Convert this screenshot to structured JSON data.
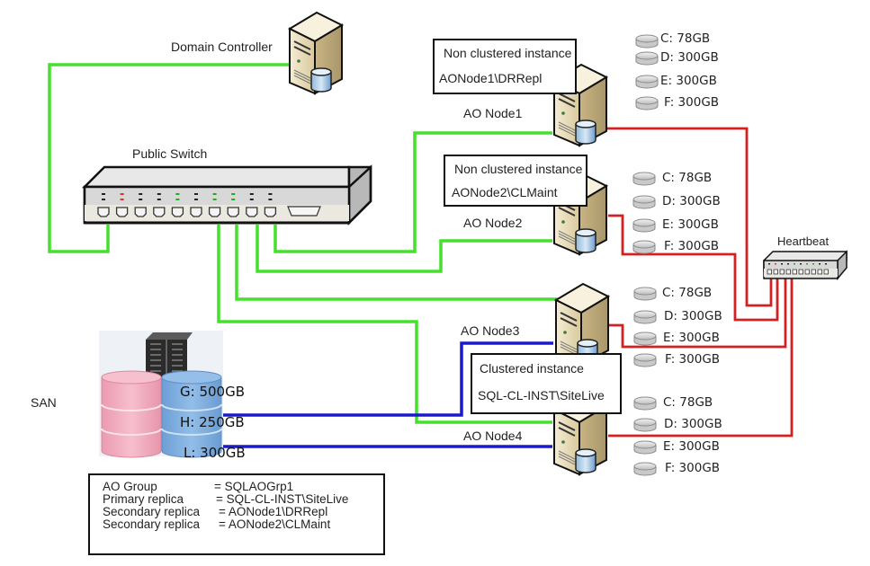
{
  "diagram": {
    "colors": {
      "public_network": "#44e02c",
      "heartbeat_network": "#d42020",
      "san_link": "#1a1acc",
      "san_disk_pink": "#f2a9bd",
      "san_disk_blue": "#7eaee0"
    },
    "domain_controller": {
      "label": "Domain Controller",
      "icon": "server-database-icon"
    },
    "public_switch": {
      "label": "Public Switch",
      "icon": "network-switch-icon"
    },
    "heartbeat_switch": {
      "label": "Heartbeat",
      "icon": "network-switch-icon"
    },
    "san": {
      "label": "SAN",
      "icon": "storage-array-icon",
      "volumes": [
        {
          "label": "G: 500GB"
        },
        {
          "label": "H: 250GB"
        },
        {
          "label": "L: 300GB"
        }
      ]
    },
    "nodes": [
      {
        "label": "AO Node1",
        "instance_box": {
          "title": "Non clustered instance",
          "name": "AONode1\\DRRepl"
        },
        "disks": [
          "C: 78GB",
          "D: 300GB",
          "E: 300GB",
          "F: 300GB"
        ]
      },
      {
        "label": "AO Node2",
        "instance_box": {
          "title": "Non clustered instance",
          "name": "AONode2\\CLMaint"
        },
        "disks": [
          "C: 78GB",
          "D: 300GB",
          "E: 300GB",
          "F: 300GB"
        ]
      },
      {
        "label": "AO Node3",
        "disks": [
          "C: 78GB",
          "D: 300GB",
          "E: 300GB",
          "F: 300GB"
        ]
      },
      {
        "label": "AO Node4",
        "disks": [
          "C: 78GB",
          "D: 300GB",
          "E: 300GB",
          "F: 300GB"
        ]
      }
    ],
    "clustered_instance_box": {
      "title": "Clustered instance",
      "name": "SQL-CL-INST\\SiteLive"
    },
    "ao_group_summary": [
      {
        "key": "AO Group",
        "value": "= SQLAOGrp1"
      },
      {
        "key": "Primary replica",
        "value": "= SQL-CL-INST\\SiteLive"
      },
      {
        "key": "Secondary replica",
        "value": "= AONode1\\DRRepl"
      },
      {
        "key": "Secondary replica",
        "value": "= AONode2\\CLMaint"
      }
    ]
  }
}
